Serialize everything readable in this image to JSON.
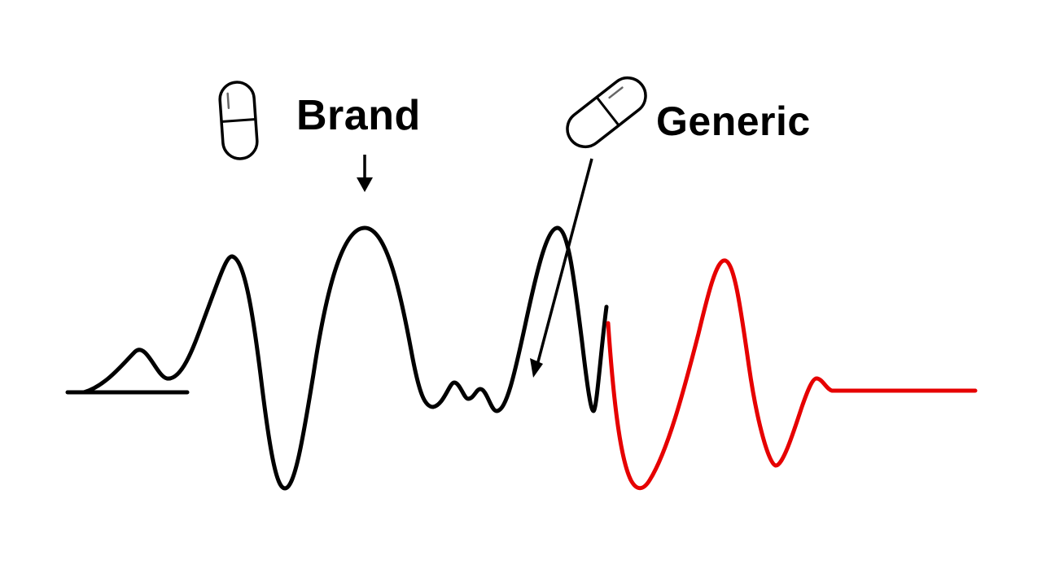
{
  "labels": {
    "brand": "Brand",
    "generic": "Generic"
  },
  "icons": {
    "brand_pill": "capsule-pill-icon (vertical)",
    "generic_pill": "capsule-pill-icon (tilted)"
  },
  "colors": {
    "background": "#ffffff",
    "brand_wave": "#000000",
    "generic_wave": "#e60000",
    "text": "#000000"
  },
  "waveform": {
    "brand_segment": "black oscillating trace from baseline to x≈745",
    "generic_segment": "red damped oscillation from x≈745 settling to flat line at x≈1200"
  }
}
